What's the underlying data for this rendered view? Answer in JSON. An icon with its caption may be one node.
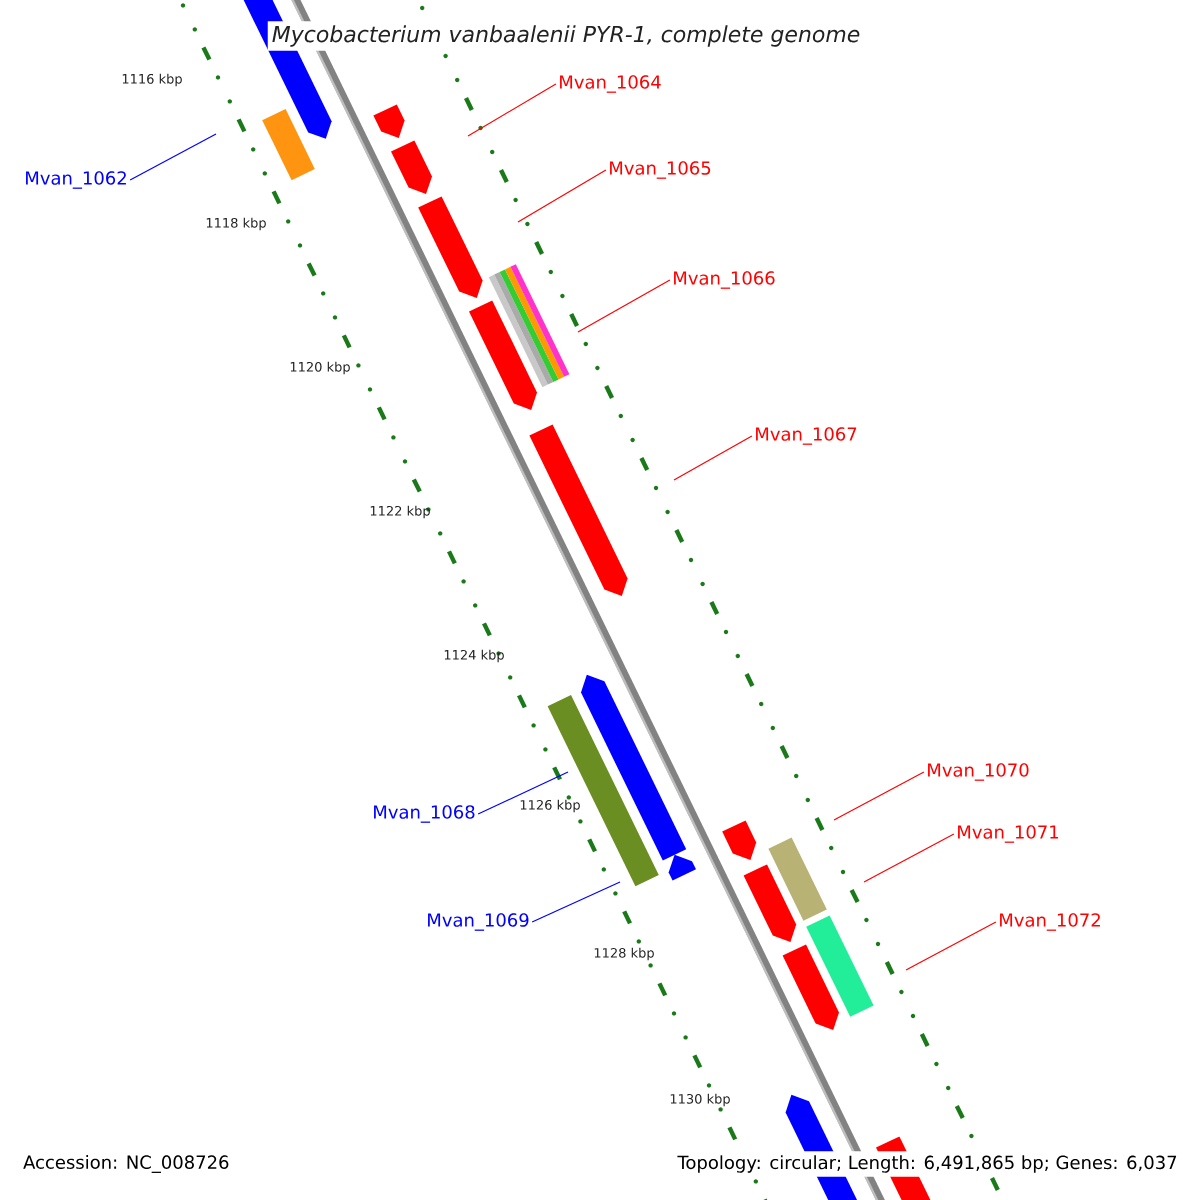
{
  "diagram": {
    "title": "Mycobacterium vanbaalenii PYR-1, complete genome",
    "nodes": [
      {
        "text": [
          "Mvan_1062"
        ]
      },
      {
        "text": [
          "Mvan_1064"
        ]
      },
      {
        "text": [
          "Mvan_1065"
        ]
      },
      {
        "text": [
          "Mvan_1066"
        ]
      },
      {
        "text": [
          "Mvan_1067"
        ]
      },
      {
        "text": [
          "Mvan_1068"
        ]
      },
      {
        "text": [
          "Mvan_1069"
        ]
      },
      {
        "text": [
          "Mvan_1070"
        ]
      },
      {
        "text": [
          "Mvan_1071"
        ]
      },
      {
        "text": [
          "Mvan_1072"
        ]
      }
    ],
    "edges": [
      {
        "from": 0,
        "to": null,
        "arrow": "none",
        "color": "#0000ff"
      },
      {
        "from": 1,
        "to": null,
        "arrow": "none"
      },
      {
        "from": 2,
        "to": null,
        "arrow": "none"
      },
      {
        "from": 3,
        "to": null,
        "arrow": "none"
      },
      {
        "from": 4,
        "to": null,
        "arrow": "none"
      },
      {
        "from": 5,
        "to": null,
        "arrow": "none",
        "color": "#0000ff"
      },
      {
        "from": 6,
        "to": null,
        "arrow": "none",
        "color": "#0000ff"
      },
      {
        "from": 7,
        "to": null,
        "arrow": "none"
      },
      {
        "from": 8,
        "to": null,
        "arrow": "none"
      },
      {
        "from": 9,
        "to": null,
        "arrow": "none"
      }
    ],
    "labels": [
      "1116 kbp",
      "1118 kbp",
      "1120 kbp",
      "1122 kbp",
      "1124 kbp",
      "1126 kbp",
      "1128 kbp",
      "1130 kbp",
      "Accession: NC_008726",
      "Topology: circular; Length: 6,491,865 bp; Genes: 6,037"
    ]
  }
}
